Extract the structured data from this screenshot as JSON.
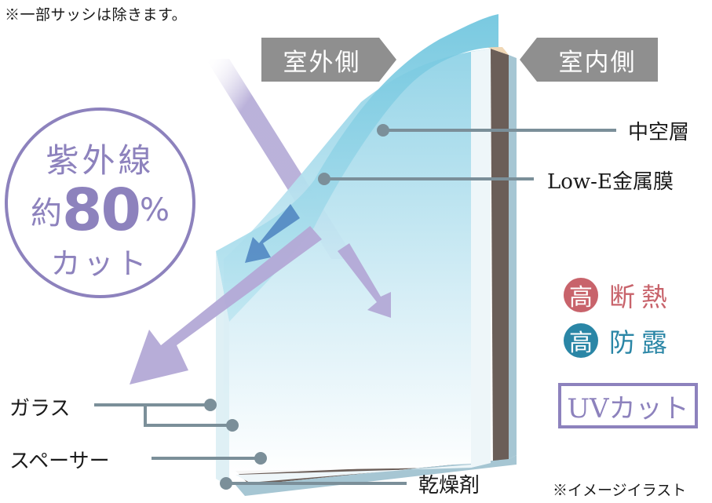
{
  "notes": {
    "top": "※一部サッシは除きます。",
    "bottom": "※イメージイラスト"
  },
  "side_tags": {
    "outdoor": "室外側",
    "indoor": "室内側"
  },
  "uv_badge": {
    "line1": "紫外線",
    "prefix": "約",
    "number": "80",
    "unit": "%",
    "line3": "カット"
  },
  "callouts": {
    "hollow_layer": "中空層",
    "low_e": "Low-E金属膜",
    "glass": "ガラス",
    "spacer": "スペーサー",
    "desiccant": "乾燥剤"
  },
  "features": [
    {
      "circle": "高",
      "label": "断熱",
      "color": "#c8636b"
    },
    {
      "circle": "高",
      "label": "防露",
      "color": "#2a86a6"
    }
  ],
  "uv_cut_box": "UVカット",
  "colors": {
    "uv_purple": "#8d82bd",
    "arrow_purple": "#b3a9d6",
    "glass_blue": "#7ccbe0",
    "leader_gray": "#7b8f99",
    "tag_gray": "#8f8f8f",
    "frame_brown": "#6b5e58"
  }
}
